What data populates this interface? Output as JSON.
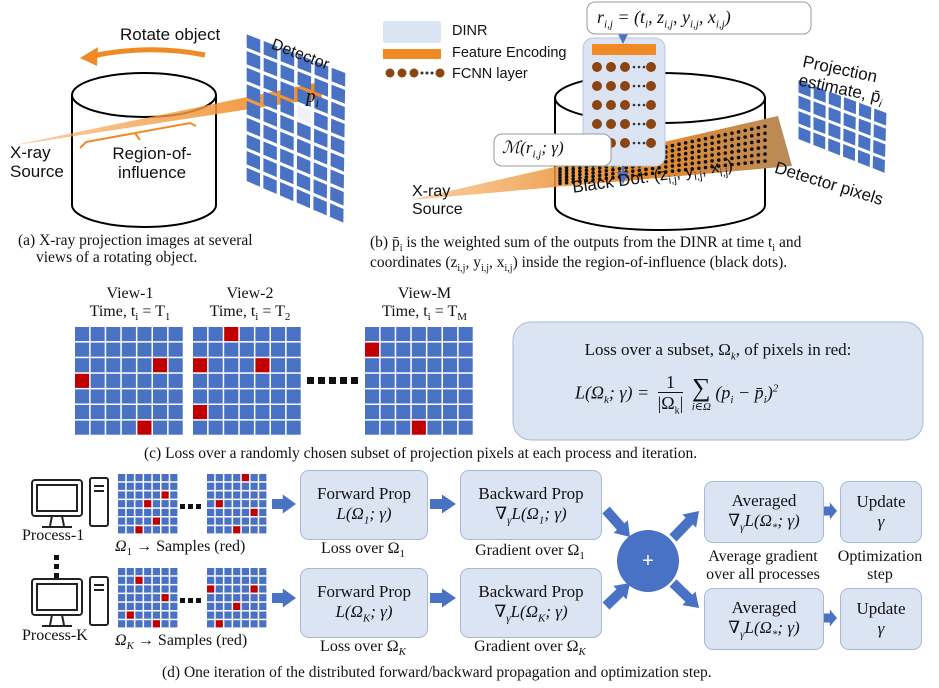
{
  "panel_a": {
    "rotate_label": "Rotate object",
    "detector_label": "Detector",
    "pixel_label": "p",
    "pixel_sub": "i",
    "xray_label_1": "X-ray",
    "xray_label_2": "Source",
    "roi_label_1": "Region-of-",
    "roi_label_2": "influence",
    "caption_1": "(a) X-ray projection images at several",
    "caption_2": "views of a rotating object."
  },
  "panel_b": {
    "legend": [
      "DINR",
      "Feature Encoding",
      "FCNN layer"
    ],
    "coord_formula": "r",
    "coord_sub": "i,j",
    "coord_rhs": " = (t",
    "coord_rest": ", z",
    "model_label": "ℳ(r",
    "model_rest": "; γ)",
    "projection_1": "Projection",
    "projection_2": "estimate, p̄",
    "detector_pixels": "Detector pixels",
    "black_dot": "Black Dot: (z",
    "xray_1": "X-ray",
    "xray_2": "Source",
    "caption_1": "(b) p̄",
    "caption_1b": " is the weighted sum of the outputs from the DINR at time t",
    "caption_1c": " and",
    "caption_2": "coordinates (z",
    "caption_2b": ") inside the region-of-influence (black dots)."
  },
  "panel_c": {
    "views": [
      {
        "title": "View-1",
        "time": "Time, t",
        "time_val": " = T",
        "time_sub": "1"
      },
      {
        "title": "View-2",
        "time": "Time, t",
        "time_val": " = T",
        "time_sub": "2"
      },
      {
        "title": "View-M",
        "time": "Time, t",
        "time_val": " = T",
        "time_sub": "M"
      }
    ],
    "loss_title": "Loss over a subset, Ω",
    "loss_title_end": ", of pixels in red:",
    "loss_formula_lhs": "L(Ω",
    "loss_formula_mid": "; γ) =",
    "loss_sum_sub": "i∈Ω",
    "loss_term": "(p",
    "caption": "(c) Loss over a randomly chosen subset of projection pixels at each process and iteration."
  },
  "panel_d": {
    "process_1": "Process-1",
    "process_k": "Process-K",
    "samples_1": " → Samples (red)",
    "omega": "Ω",
    "sub_1": "1",
    "sub_k": "K",
    "forward_title": "Forward Prop",
    "backward_title": "Backward Prop",
    "loss_over": "Loss over Ω",
    "gradient_over": "Gradient over Ω",
    "plus": "+",
    "averaged": "Averaged",
    "averaged_formula": "∇",
    "avg_label_1": "Average gradient",
    "avg_label_2": "over all processes",
    "update": "Update",
    "gamma": "γ",
    "opt_1": "Optimization",
    "opt_2": "step",
    "caption": "(d) One iteration of the distributed forward/backward propagation and optimization step."
  },
  "colors": {
    "grid_blue": "#4a72c4",
    "red": "#c00000",
    "box_fill": "#dbe4f3",
    "arrow": "#4a72c4",
    "beam": "#f08a24"
  }
}
